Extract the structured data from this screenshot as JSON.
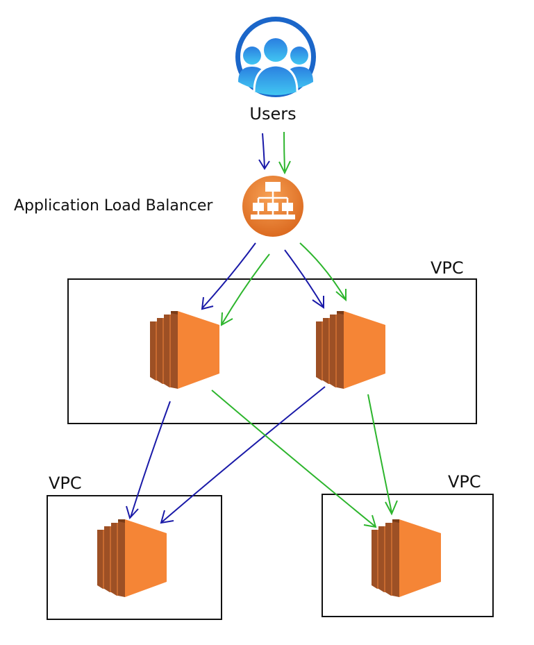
{
  "users": {
    "label": "Users",
    "icon": "users-group-icon"
  },
  "load_balancer": {
    "label": "Application Load Balancer",
    "icon": "load-balancer-icon"
  },
  "vpcs": {
    "top": {
      "label": "VPC"
    },
    "bottom_left": {
      "label": "VPC"
    },
    "bottom_right": {
      "label": "VPC"
    }
  },
  "instances": {
    "icon": "ec2-instance-icon",
    "count": 4
  },
  "colors": {
    "blue_flow": "#1a1aa8",
    "green_flow": "#2db52d",
    "instance_orange": "#f58536",
    "instance_dark": "#9d5025",
    "users_blue": "#1b66c9",
    "balancer_orange": "#f2842d"
  }
}
